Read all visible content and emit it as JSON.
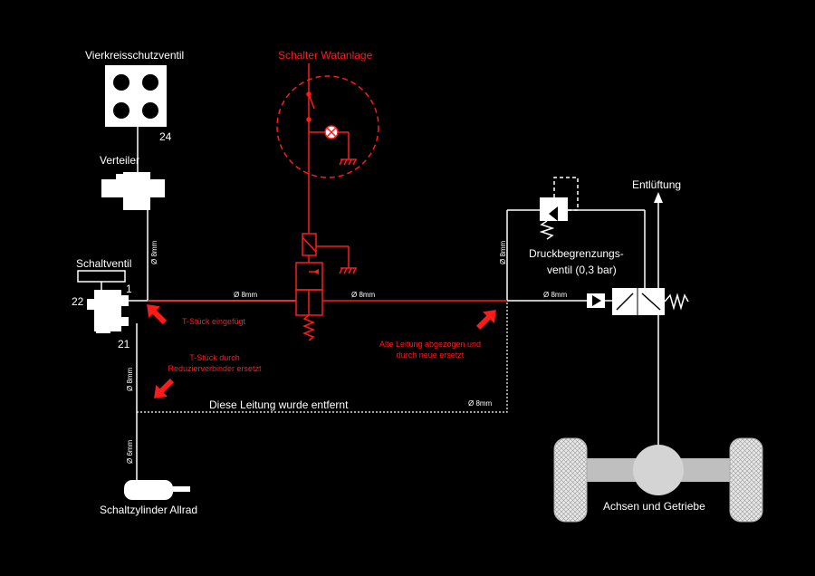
{
  "colors": {
    "background": "#000000",
    "line": "#ffffff",
    "accent": "#ff1a1a",
    "component": "#ffffff",
    "wheel": "#d8d8d8",
    "axle": "#bfbfbf"
  },
  "labels": {
    "vierkreis": "Vierkreisschutzventil",
    "port24": "24",
    "verteiler": "Verteiler",
    "schaltventil": "Schaltventil",
    "port1": "1",
    "port22": "22",
    "port21": "21",
    "schalter": "Schalter Watanlage",
    "druck1": "Druckbegrenzungs-",
    "druck2": "ventil (0,3 bar)",
    "entlueftung": "Entlüftung",
    "entfernt": "Diese Leitung wurde entfernt",
    "zylinder": "Schaltzylinder Allrad",
    "achsen": "Achsen und Getriebe"
  },
  "annotations": {
    "tstueck": "T-Stück eingefügt",
    "tstueck_durch": "T-Stück durch",
    "reduzier": "Reduzierverbinder ersetzt",
    "alte1": "Alte Leitung abgezogen und",
    "alte2": "durch neue ersetzt"
  },
  "line_sizes": {
    "v_verteiler": "Ø 8mm",
    "h_left": "Ø 8mm",
    "h_mid": "Ø 8mm",
    "v_right": "Ø 8mm",
    "h_right": "Ø 8mm",
    "v_lower": "Ø 8mm",
    "v_bottom": "Ø 6mm",
    "dashed": "Ø 8mm"
  },
  "icons": [
    "red-arrow-icon",
    "lamp-icon",
    "ground-icon",
    "spring-icon",
    "solenoid-icon"
  ]
}
